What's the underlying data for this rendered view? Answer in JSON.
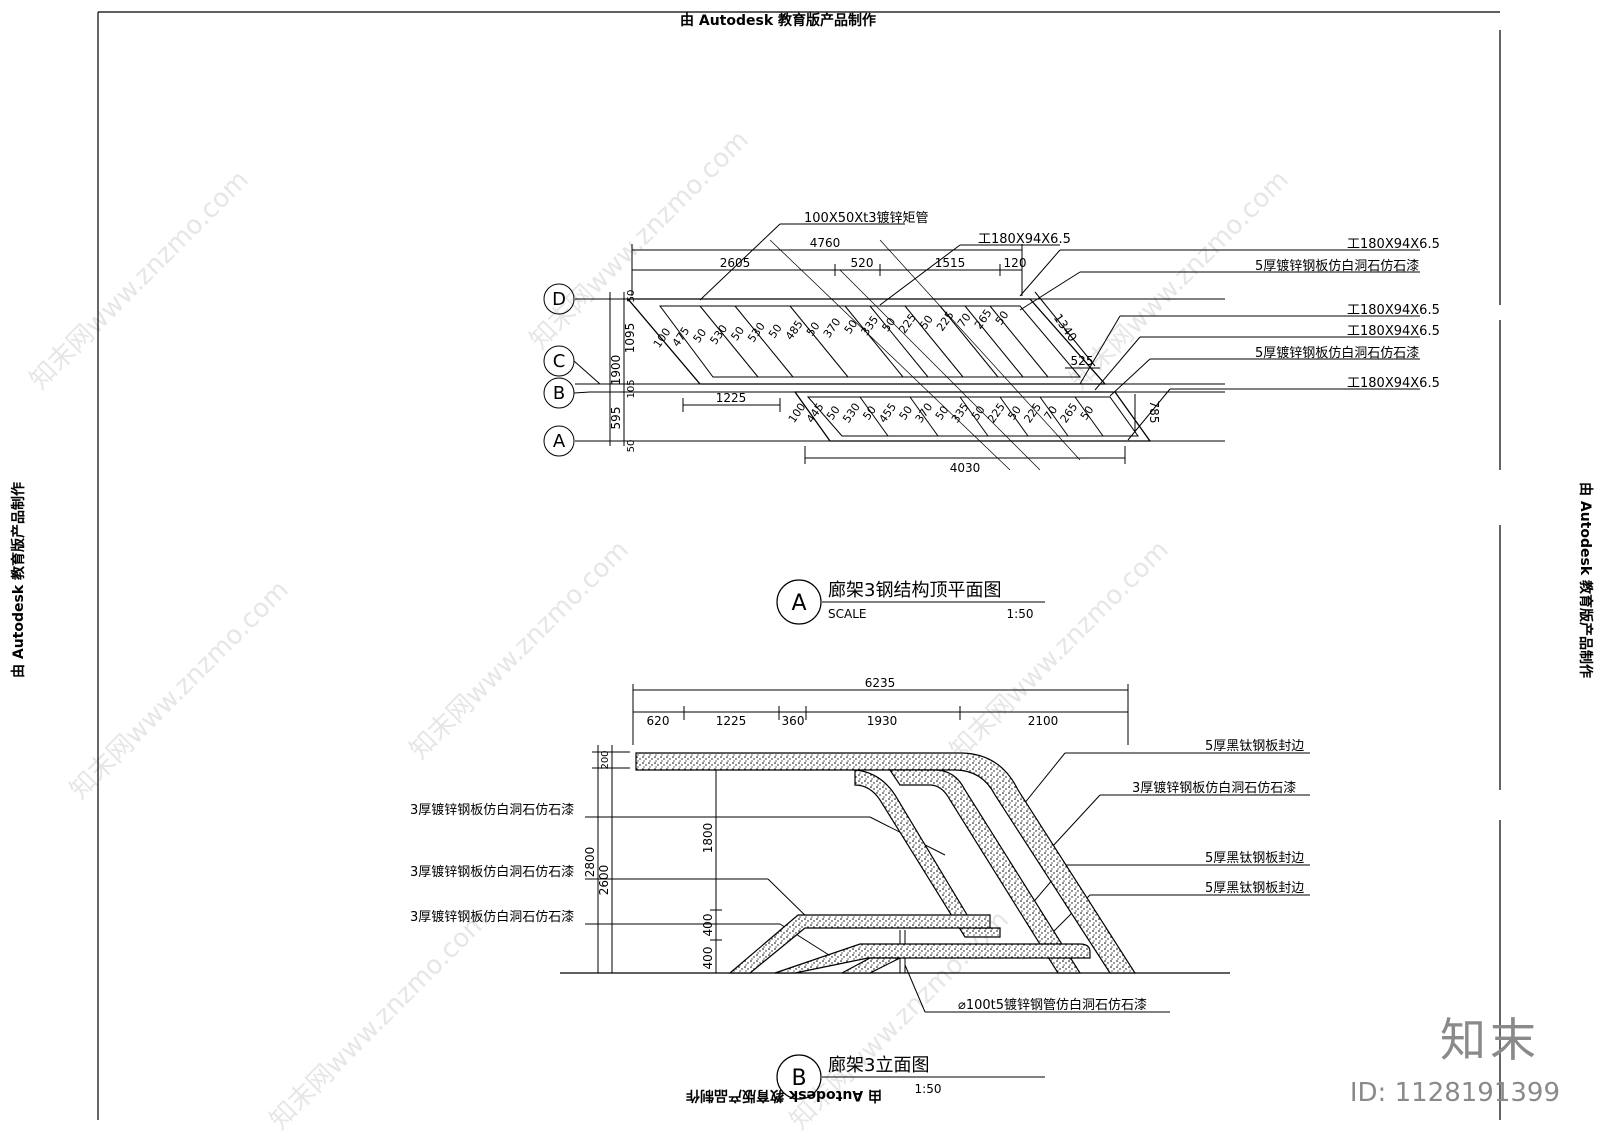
{
  "watermark": {
    "text": "知末网www.znzmo.com"
  },
  "edu_stamp": {
    "text": "由 Autodesk 教育版产品制作"
  },
  "brand": {
    "logo_text": "知末",
    "id_text": "ID: 1128191399"
  },
  "plan_view": {
    "grid_labels": [
      "D",
      "C",
      "B",
      "A"
    ],
    "title": "廊架3钢结构顶平面图",
    "badge": "A",
    "scale_label": "SCALE",
    "scale_value": "1:50",
    "callouts": {
      "c1": "100X50Xt3镀锌矩管",
      "c2": "工180X94X6.5",
      "c3": "工180X94X6.5",
      "c4": "5厚镀锌钢板仿白洞石仿石漆",
      "c5": "工180X94X6.5",
      "c6": "工180X94X6.5",
      "c7": "5厚镀锌钢板仿白洞石仿石漆",
      "c8": "工180X94X6.5"
    },
    "dims": {
      "overall_top": "4760",
      "top_2605": "2605",
      "top_520": "520",
      "top_1515": "1515",
      "top_120": "120",
      "bottom_4030": "4030",
      "mid_1225": "1225",
      "left_1900": "1900",
      "left_1095": "1095",
      "left_595": "595",
      "left_105": "105",
      "left_50a": "50",
      "left_50b": "50",
      "right_1340": "1340",
      "right_525": "525",
      "right_785": "785",
      "upper_row": [
        "100",
        "475",
        "50",
        "530",
        "50",
        "530",
        "50",
        "485",
        "50",
        "370",
        "50",
        "335",
        "50",
        "225",
        "50",
        "225",
        "70",
        "265",
        "50"
      ],
      "lower_row": [
        "100",
        "445",
        "50",
        "530",
        "50",
        "455",
        "50",
        "370",
        "50",
        "335",
        "50",
        "225",
        "50",
        "225",
        "70",
        "265",
        "50"
      ]
    }
  },
  "elevation": {
    "title": "廊架3立面图",
    "badge": "B",
    "scale_value": "1:50",
    "dims": {
      "overall": "6235",
      "d620": "620",
      "d1225": "1225",
      "d360": "360",
      "d1930": "1930",
      "d2100": "2100",
      "v200": "200",
      "v2800": "2800",
      "v2600": "2600",
      "v1800": "1800",
      "v400a": "400",
      "v400b": "400"
    },
    "callouts": {
      "l1": "3厚镀锌钢板仿白洞石仿石漆",
      "l2": "3厚镀锌钢板仿白洞石仿石漆",
      "l3": "3厚镀锌钢板仿白洞石仿石漆",
      "r1": "5厚黑钛钢板封边",
      "r2": "3厚镀锌钢板仿白洞石仿石漆",
      "r3": "5厚黑钛钢板封边",
      "r4": "5厚黑钛钢板封边",
      "b1": "⌀100t5镀锌钢管仿白洞石仿石漆"
    }
  }
}
